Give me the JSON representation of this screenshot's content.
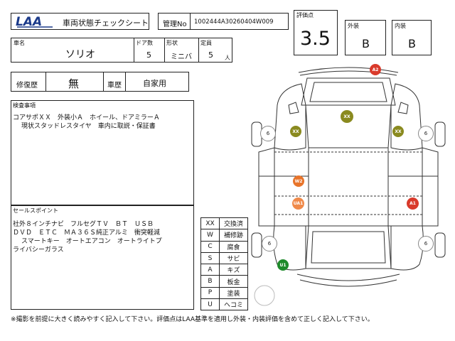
{
  "header": {
    "logo_text": "LAA",
    "title": "車両状態チェックシート",
    "mgmt_label": "管理No",
    "mgmt_value": "1002444A30260404W009"
  },
  "score": {
    "eval_label": "評価点",
    "eval_value": "3.5",
    "exterior_label": "外装",
    "exterior_value": "B",
    "interior_label": "内装",
    "interior_value": "B"
  },
  "vehicle": {
    "name_label": "車名",
    "name_value": "ソリオ",
    "doors_label": "ドア数",
    "doors_value": "5",
    "shape_label": "形状",
    "shape_value": "ミニバ",
    "capacity_label": "定員",
    "capacity_value": "5",
    "capacity_unit": "人"
  },
  "history": {
    "repair_label": "修復歴",
    "repair_value": "無",
    "usage_label": "車歴",
    "usage_value": "自家用"
  },
  "inspection": {
    "label": "検査事項",
    "line1": "コアサポＸＸ　外装小Ａ　ホイール、ドアミラーＡ",
    "line2": "現状スタッドレスタイヤ　車内に取説・保証書"
  },
  "sales": {
    "label": "セールスポイント",
    "line1": "社外８インチナビ　フルセグＴＶ　ＢＴ　ＵＳＢ",
    "line2": "ＤＶＤ　ＥＴＣ　ＭＡ３６Ｓ純正アルミ　衝突軽減",
    "line3": "スマートキー　オートエアコン　オートライトプ",
    "line4": "ライバシーガラス"
  },
  "damage_codes": [
    {
      "code": "XX",
      "meaning": "交換済"
    },
    {
      "code": "W",
      "meaning": "補修跡"
    },
    {
      "code": "C",
      "meaning": "腐食"
    },
    {
      "code": "S",
      "meaning": "サビ"
    },
    {
      "code": "A",
      "meaning": "キズ"
    },
    {
      "code": "B",
      "meaning": "板金"
    },
    {
      "code": "P",
      "meaning": "塗装"
    },
    {
      "code": "U",
      "meaning": "ヘコミ"
    }
  ],
  "diagram_marks": {
    "a2": "A2",
    "xx_top": "XX",
    "xx_left": "XX",
    "xx_right": "XX",
    "w2": "W2",
    "ua1": "UA1",
    "a1": "A1",
    "u1": "U1",
    "tire_fl": "6",
    "tire_fr": "6",
    "tire_rl": "6",
    "tire_rr": "6"
  },
  "colors": {
    "red": "#d93a2b",
    "orange": "#e8742a",
    "olive": "#8a8a1f",
    "green": "#1e8a2a"
  },
  "footer": "※撮影を前提に大きく読みやすく記入して下さい。評価点はLAA基準を適用し外装・内装評価を含めて正しく記入して下さい。"
}
